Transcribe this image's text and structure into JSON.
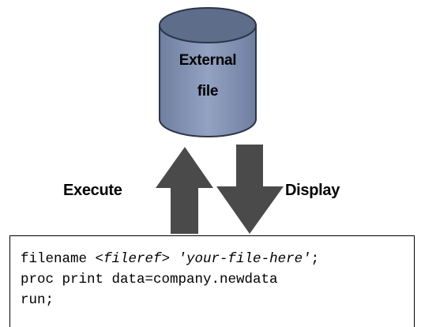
{
  "cylinder": {
    "label_line1": "External",
    "label_line2": "file",
    "color_top": "#5d6d8a",
    "color_body": "#8494b5"
  },
  "arrows": {
    "up_label": "Execute",
    "down_label": "Display",
    "color": "#4a4a4a"
  },
  "code": {
    "line1_prefix": "filename ",
    "line1_fileref": "<fileref>",
    "line1_space": " ",
    "line1_path": "'your-file-here'",
    "line1_suffix": ";",
    "line2": "proc print data=company.newdata",
    "line3": "run;"
  }
}
